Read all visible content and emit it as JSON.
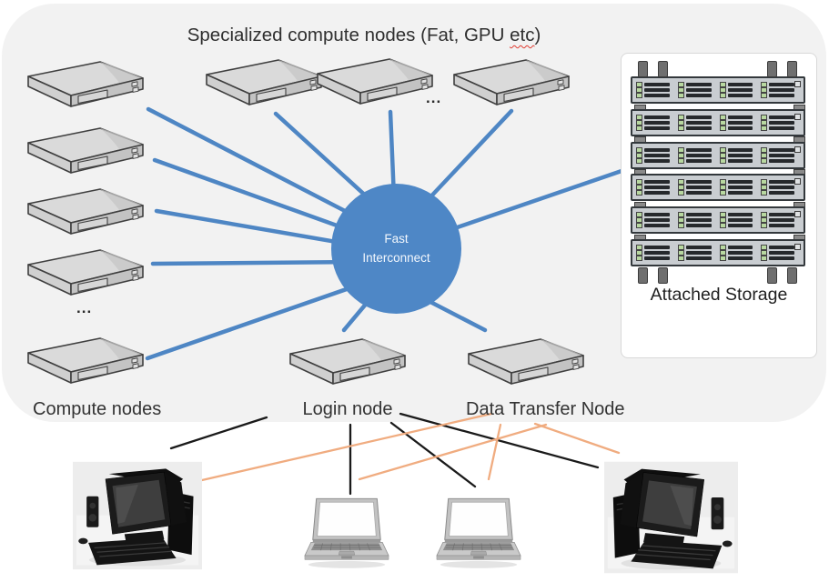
{
  "title": {
    "prefix": "Specialized compute nodes (Fat, GPU ",
    "spellcheck_word": "etc",
    "suffix": ")"
  },
  "interconnect": {
    "line1": "Fast",
    "line2": "Interconnect"
  },
  "labels": {
    "compute_nodes": "Compute nodes",
    "login_node": "Login node",
    "data_transfer_node": "Data Transfer Node",
    "attached_storage": "Attached Storage",
    "ellipsis_left": "...",
    "ellipsis_top": "..."
  },
  "nodes": {
    "compute_count": 5,
    "specialized_count": 3,
    "login_count": 1,
    "data_transfer_count": 1
  },
  "storage": {
    "rack_units": 6,
    "bay_columns": 4,
    "bay_rows": 3
  },
  "clients": {
    "desktops": 2,
    "laptops": 2
  },
  "colors": {
    "panel_bg": "#F2F2F2",
    "interconnect_fill": "#4E87C6",
    "interconnect_link": "#4E86C4",
    "login_link": "#1A1A1A",
    "dtn_link": "#F0AC80",
    "spellcheck": "#E03C31",
    "label_text": "#333333",
    "storage_led": "#B8D8A0"
  }
}
